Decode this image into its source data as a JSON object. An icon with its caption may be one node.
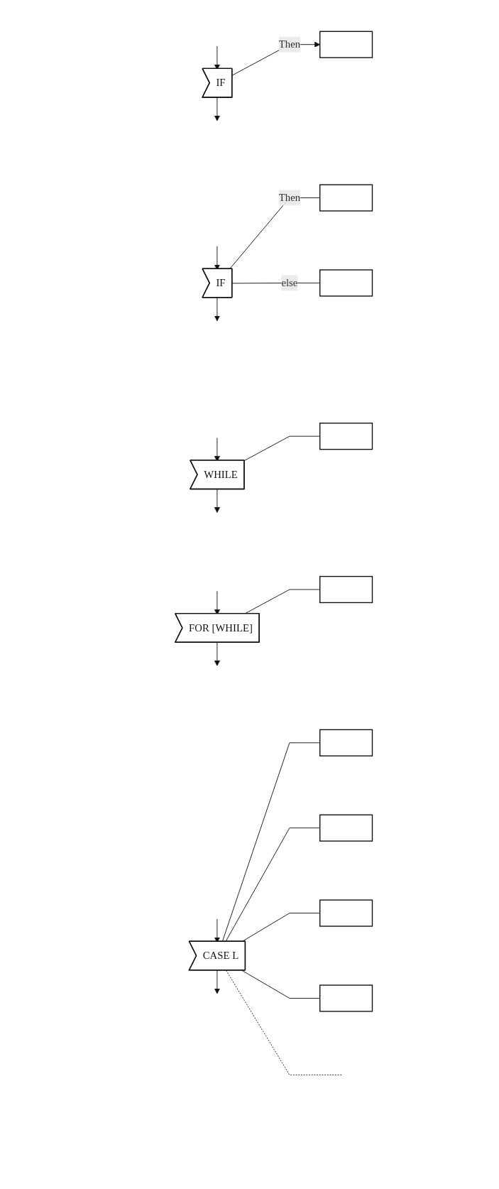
{
  "diagram": {
    "nodes": [
      {
        "text": [
          "IF"
        ]
      },
      {
        "text": [],
        "shape": "box"
      },
      {
        "text": [
          "IF"
        ]
      },
      {
        "text": [],
        "shape": "box"
      },
      {
        "text": [],
        "shape": "box"
      },
      {
        "text": [
          "WHILE"
        ]
      },
      {
        "text": [],
        "shape": "box"
      },
      {
        "text": [
          "FOR [WHILE]"
        ]
      },
      {
        "text": [],
        "shape": "box"
      },
      {
        "text": [
          "CASE L"
        ]
      },
      {
        "text": [],
        "shape": "box"
      },
      {
        "text": [],
        "shape": "box"
      },
      {
        "text": [],
        "shape": "box"
      },
      {
        "text": [],
        "shape": "box"
      }
    ],
    "edges": [
      {
        "from": null,
        "to": 0,
        "arrow": "to"
      },
      {
        "from": 0,
        "to": 1,
        "arrow": "to",
        "label": "Then"
      },
      {
        "from": 0,
        "to": null,
        "arrow": "to"
      },
      {
        "from": null,
        "to": 2,
        "arrow": "to"
      },
      {
        "from": 2,
        "to": 3,
        "arrow": "none",
        "label": "Then"
      },
      {
        "from": 2,
        "to": 4,
        "arrow": "none",
        "label": "else"
      },
      {
        "from": 2,
        "to": null,
        "arrow": "to"
      },
      {
        "from": null,
        "to": 5,
        "arrow": "to"
      },
      {
        "from": 5,
        "to": 6,
        "arrow": "none"
      },
      {
        "from": 5,
        "to": null,
        "arrow": "to"
      },
      {
        "from": null,
        "to": 7,
        "arrow": "to"
      },
      {
        "from": 7,
        "to": 8,
        "arrow": "none"
      },
      {
        "from": 7,
        "to": null,
        "arrow": "to"
      },
      {
        "from": null,
        "to": 9,
        "arrow": "to"
      },
      {
        "from": 9,
        "to": 10,
        "arrow": "none"
      },
      {
        "from": 9,
        "to": 11,
        "arrow": "none"
      },
      {
        "from": 9,
        "to": 12,
        "arrow": "none"
      },
      {
        "from": 9,
        "to": 13,
        "arrow": "none"
      },
      {
        "from": 9,
        "to": null,
        "arrow": "none",
        "style": "dashed"
      },
      {
        "from": 9,
        "to": null,
        "arrow": "to"
      }
    ]
  }
}
